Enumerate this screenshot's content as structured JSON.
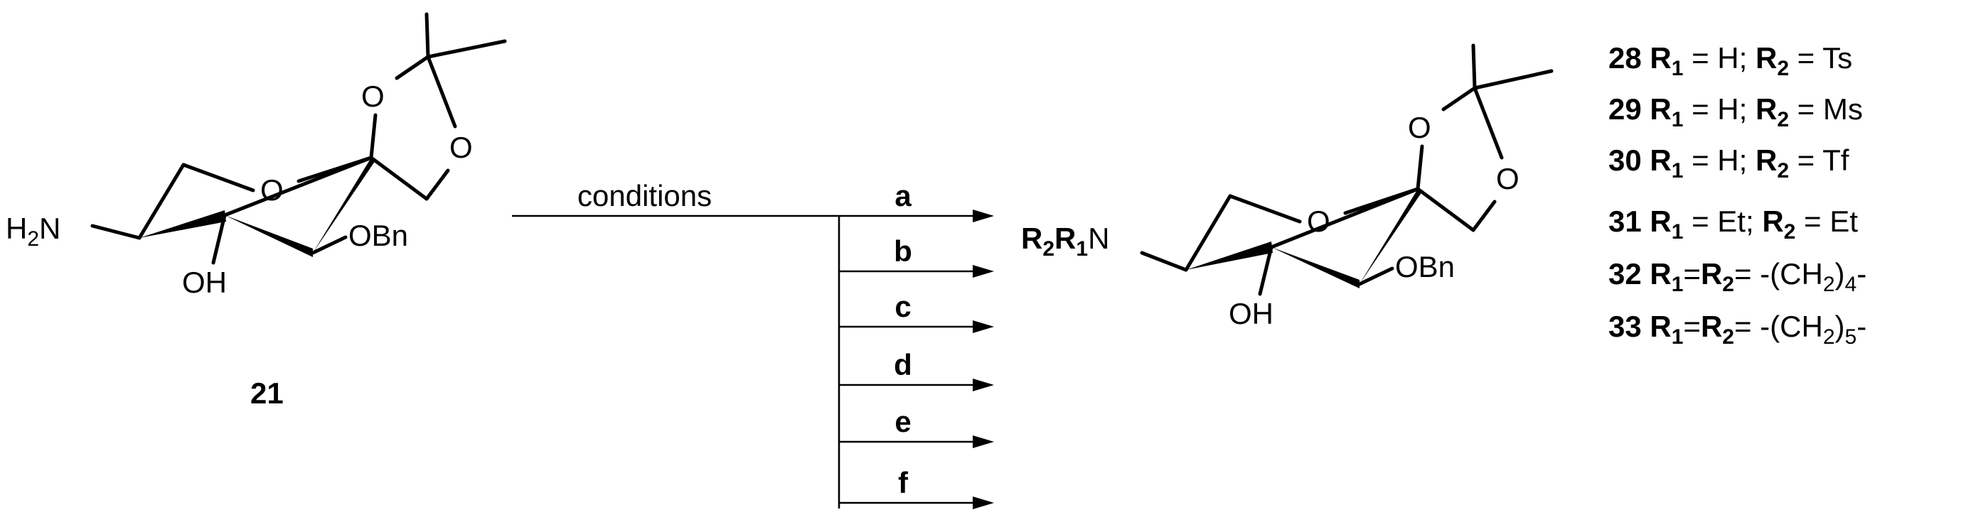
{
  "reactant": {
    "compound_number": "21",
    "amine_label": "H",
    "amine_sub": "2",
    "amine_n": "N",
    "hydroxyl_label": "OH",
    "benzyloxy_label": "OBn",
    "ring_oxygen": "O",
    "dioxolane_o1": "O",
    "dioxolane_o2": "O"
  },
  "conditions_label": "conditions",
  "branches": [
    "a",
    "b",
    "c",
    "d",
    "e",
    "f"
  ],
  "product": {
    "r2": "R",
    "r2_sub": "2",
    "r1": "R",
    "r1_sub": "1",
    "n": "N",
    "hydroxyl_label": "OH",
    "benzyloxy_label": "OBn",
    "ring_oxygen": "O",
    "dioxolane_o1": "O",
    "dioxolane_o2": "O"
  },
  "compounds": [
    {
      "number": "28",
      "r1": "R",
      "r1_sub": "1",
      "eq1": " = H; ",
      "r2": "R",
      "r2_sub": "2",
      "tail": " = Ts"
    },
    {
      "number": "29",
      "r1": "R",
      "r1_sub": "1",
      "eq1": " = H; ",
      "r2": "R",
      "r2_sub": "2",
      "tail": " = Ms"
    },
    {
      "number": "30",
      "r1": "R",
      "r1_sub": "1",
      "eq1": " = H; ",
      "r2": "R",
      "r2_sub": "2",
      "tail": " = Tf"
    },
    {
      "number": "31",
      "r1": "R",
      "r1_sub": "1",
      "eq1": " = Et; ",
      "r2": "R",
      "r2_sub": "2",
      "tail": " = Et"
    },
    {
      "number": "32",
      "r1": "R",
      "r1_sub": "1",
      "eq1": "=",
      "r2": "R",
      "r2_sub": "2",
      "tail": "= -(CH",
      "tail_sub": "2",
      "tail_end": ")",
      "tail_end_sub": "4",
      "tail_last": "-"
    },
    {
      "number": "33",
      "r1": "R",
      "r1_sub": "1",
      "eq1": "=",
      "r2": "R",
      "r2_sub": "2",
      "tail": "= -(CH",
      "tail_sub": "2",
      "tail_end": ")",
      "tail_end_sub": "5",
      "tail_last": "-"
    }
  ]
}
